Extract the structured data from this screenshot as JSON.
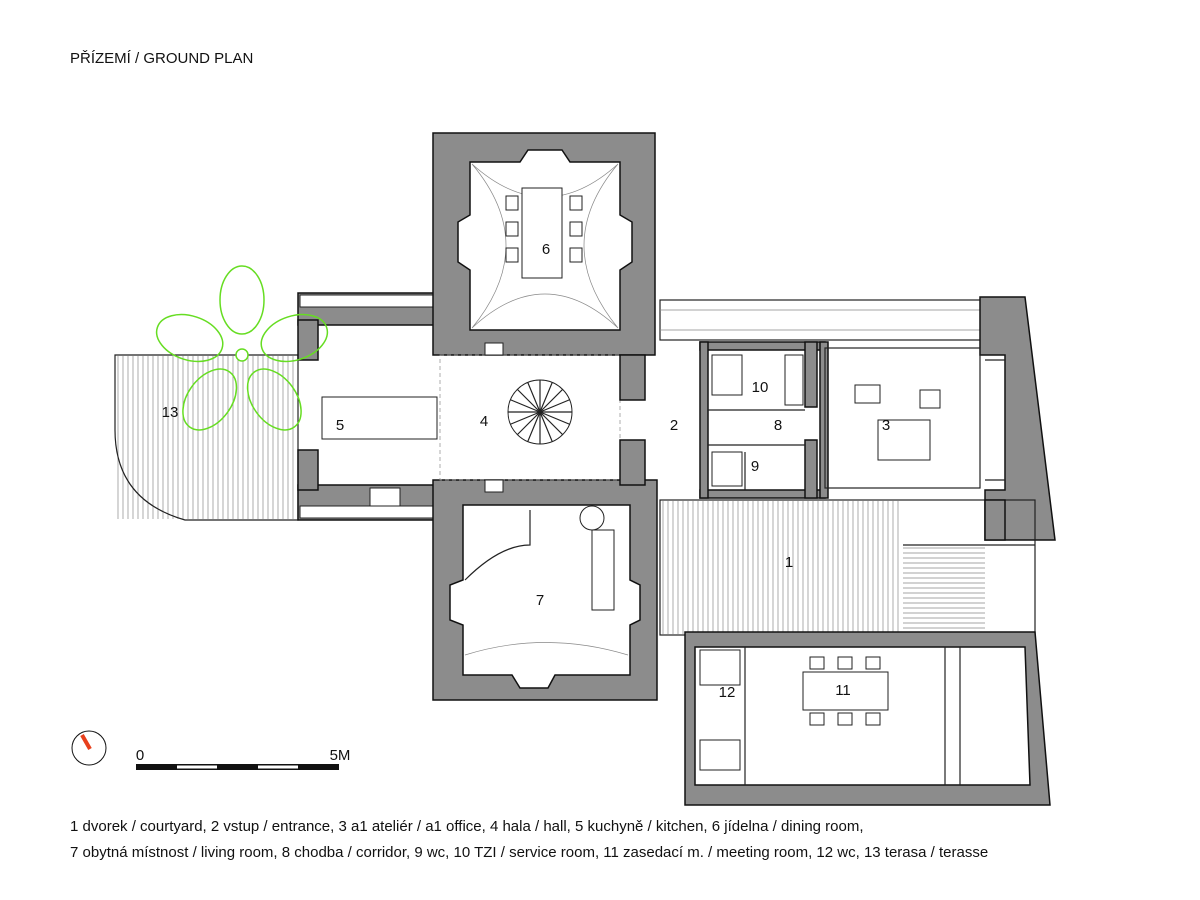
{
  "title": "PŘÍZEMÍ / GROUND PLAN",
  "room_numbers": [
    "1",
    "2",
    "3",
    "4",
    "5",
    "6",
    "7",
    "8",
    "9",
    "10",
    "11",
    "12",
    "13"
  ],
  "scale_bar": {
    "start_label": "0",
    "end_label": "5M"
  },
  "north_arrow_color": "#e8401c",
  "terrace_plant_color": "#66dd22",
  "legend": [
    "1 dvorek / courtyard, 2 vstup / entrance, 3 a1 ateliér / a1 office, 4 hala / hall, 5 kuchyně / kitchen, 6 jídelna / dining room,",
    "7 obytná místnost / living room, 8 chodba / corridor, 9 wc, 10 TZI / service room, 11 zasedací m. / meeting room, 12 wc, 13 terasa / terasse"
  ]
}
